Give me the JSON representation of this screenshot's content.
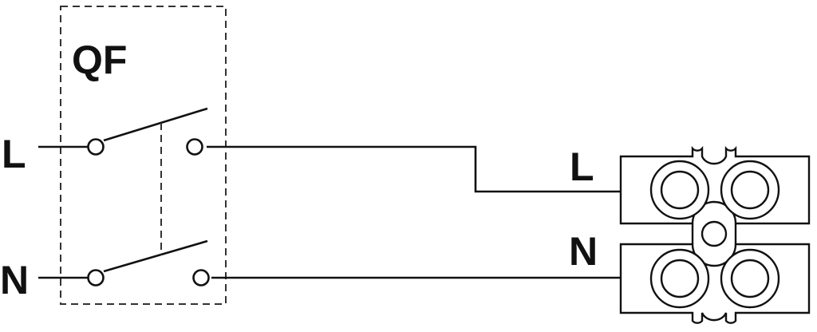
{
  "breaker": {
    "label": "QF"
  },
  "inputs": {
    "line": "L",
    "neutral": "N"
  },
  "terminal_block": {
    "line": "L",
    "neutral": "N"
  },
  "colors": {
    "ink": "#111111",
    "background": "#ffffff"
  }
}
